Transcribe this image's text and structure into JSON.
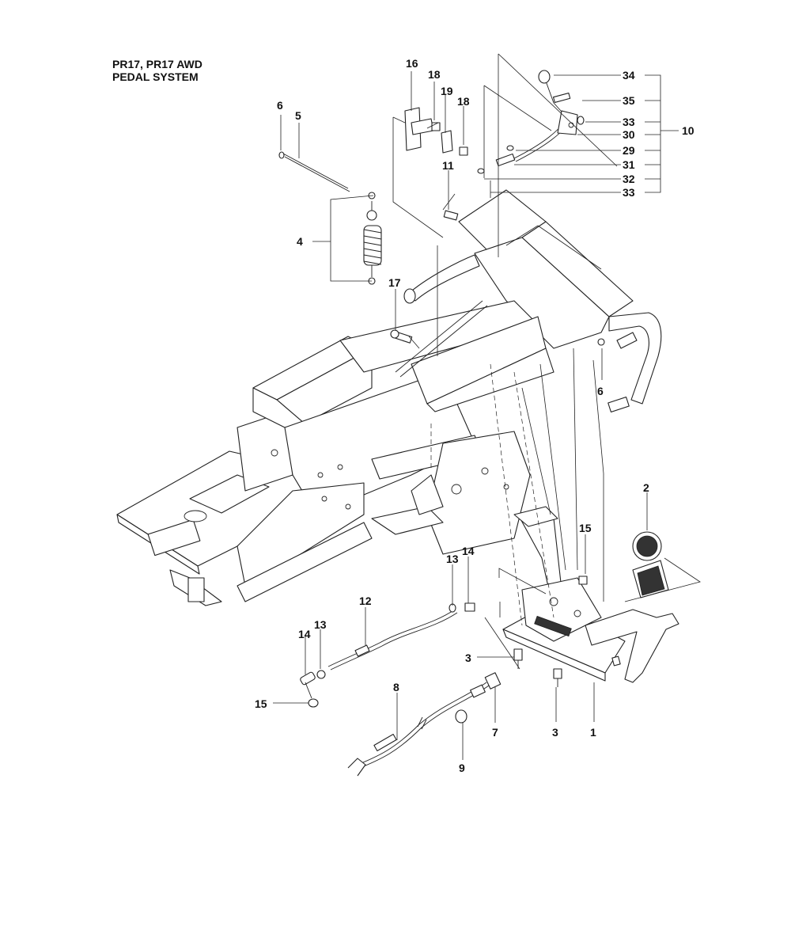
{
  "title": {
    "line1": "PR17, PR17 AWD",
    "line2": "PEDAL SYSTEM"
  },
  "callouts": [
    {
      "key": "c34",
      "label": "34"
    },
    {
      "key": "c35",
      "label": "35"
    },
    {
      "key": "c33a",
      "label": "33"
    },
    {
      "key": "c30",
      "label": "30"
    },
    {
      "key": "c29",
      "label": "29"
    },
    {
      "key": "c31",
      "label": "31"
    },
    {
      "key": "c32",
      "label": "32"
    },
    {
      "key": "c33b",
      "label": "33"
    },
    {
      "key": "c10",
      "label": "10"
    },
    {
      "key": "c16",
      "label": "16"
    },
    {
      "key": "c18a",
      "label": "18"
    },
    {
      "key": "c19",
      "label": "19"
    },
    {
      "key": "c18b",
      "label": "18"
    },
    {
      "key": "c11",
      "label": "11"
    },
    {
      "key": "c6a",
      "label": "6"
    },
    {
      "key": "c5",
      "label": "5"
    },
    {
      "key": "c4",
      "label": "4"
    },
    {
      "key": "c17",
      "label": "17"
    },
    {
      "key": "c6b",
      "label": "6"
    },
    {
      "key": "c2",
      "label": "2"
    },
    {
      "key": "c15a",
      "label": "15"
    },
    {
      "key": "c13a",
      "label": "13"
    },
    {
      "key": "c14a",
      "label": "14"
    },
    {
      "key": "c12",
      "label": "12"
    },
    {
      "key": "c14b",
      "label": "14"
    },
    {
      "key": "c13b",
      "label": "13"
    },
    {
      "key": "c15b",
      "label": "15"
    },
    {
      "key": "c3a",
      "label": "3"
    },
    {
      "key": "c3b",
      "label": "3"
    },
    {
      "key": "c8",
      "label": "8"
    },
    {
      "key": "c7",
      "label": "7"
    },
    {
      "key": "c1",
      "label": "1"
    },
    {
      "key": "c9",
      "label": "9"
    }
  ]
}
